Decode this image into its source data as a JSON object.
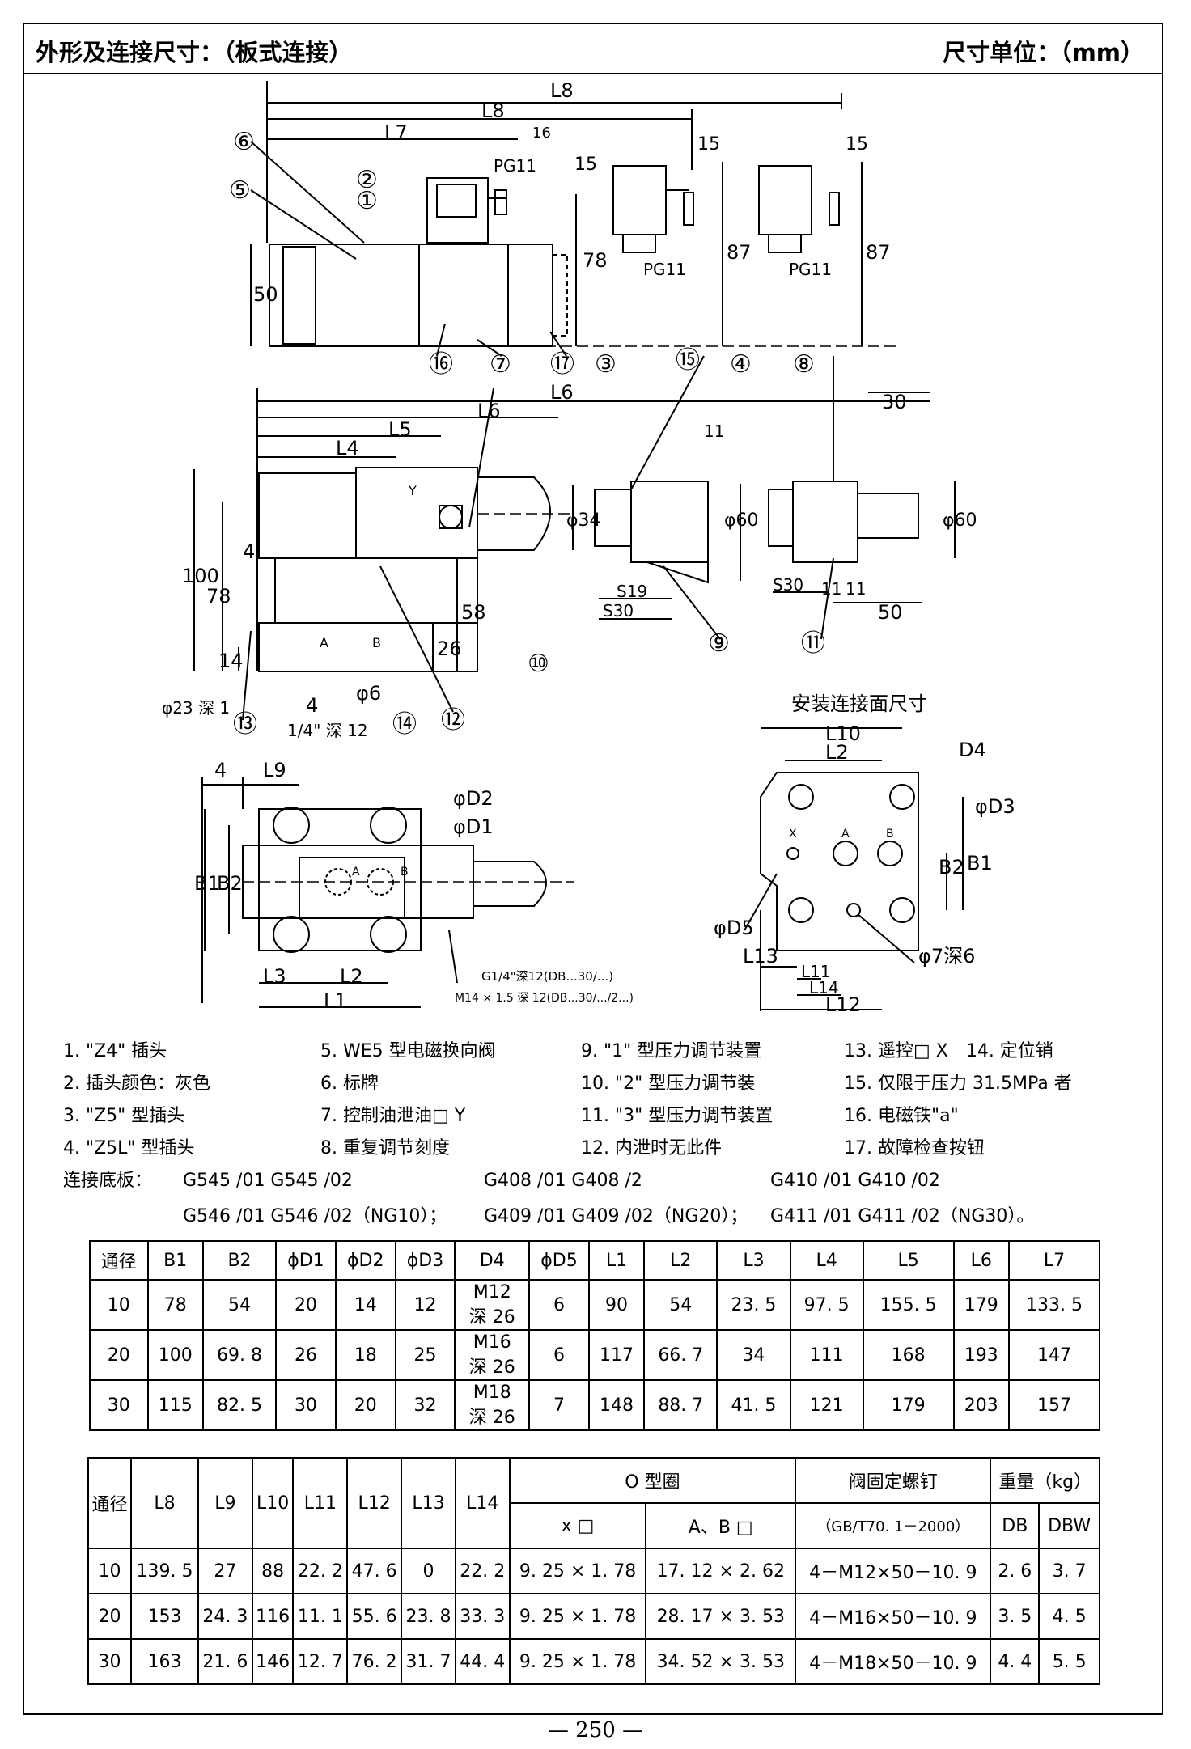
{
  "header": {
    "title": "外形及连接尺寸：（板式连接）",
    "unit": "尺寸单位：（mm）"
  },
  "drawing": {
    "dims_top": [
      "L8",
      "L8",
      "L7",
      "16",
      "15",
      "15",
      "15",
      "78",
      "87",
      "87",
      "50",
      "PG11",
      "PG11",
      "PG11"
    ],
    "dims_mid": [
      "L6",
      "L6",
      "L5",
      "L4",
      "30",
      "11",
      "11",
      "11",
      "50",
      "Y",
      "A",
      "B",
      "φ34",
      "φ60",
      "φ60",
      "100",
      "78",
      "58",
      "26",
      "4",
      "14",
      "4",
      "φ6",
      "S19",
      "S30",
      "S30"
    ],
    "mid_notes": [
      "φ23 深 1",
      "1/4\" 深 12"
    ],
    "dims_bottom": [
      "4",
      "L9",
      "B1",
      "B2",
      "φD2",
      "φD1",
      "L3",
      "L2",
      "L1",
      "A",
      "B"
    ],
    "bottom_notes": [
      "G1/4\"深12(DB...30/...)",
      "M14 × 1.5 深 12(DB...30/.../2...)"
    ],
    "mount_title": "安装连接面尺寸",
    "mount_dims": [
      "L10",
      "L2",
      "D4",
      "φD3",
      "B2",
      "B1",
      "X",
      "A",
      "B",
      "φD5",
      "L13",
      "L11",
      "L14",
      "L12",
      "φ7深6"
    ],
    "callouts": [
      "①",
      "②",
      "③",
      "④",
      "⑤",
      "⑥",
      "⑦",
      "⑧",
      "⑨",
      "⑩",
      "⑪",
      "⑫",
      "⑬",
      "⑭",
      "⑮",
      "⑯",
      "⑰"
    ]
  },
  "legend": [
    [
      "1. \"Z4\" 插头",
      "5. WE5 型电磁换向阀",
      "9. \"1\" 型压力调节装置",
      "13. 遥控□ X　14. 定位销"
    ],
    [
      "2. 插头颜色：灰色",
      "6. 标牌",
      "10. \"2\" 型压力调节装",
      "15. 仅限于压力 31.5MPa 者"
    ],
    [
      "3. \"Z5\" 型插头",
      "7. 控制油泄油□ Y",
      "11. \"3\" 型压力调节装置",
      "16. 电磁铁\"a\""
    ],
    [
      "4. \"Z5L\" 型插头",
      "8. 重复调节刻度",
      "12. 内泄时无此件",
      "17. 故障检查按钮"
    ]
  ],
  "base": {
    "label": "连接底板：",
    "line1": [
      "G545 /01 G545 /02",
      "G408 /01 G408 /2",
      "G410 /01 G410 /02"
    ],
    "line2": [
      "G546 /01 G546 /02（NG10）；",
      "G409 /01 G409 /02（NG20）；",
      "G411 /01 G411 /02（NG30）。"
    ]
  },
  "table1": {
    "headers": [
      "通径",
      "B1",
      "B2",
      "ϕD1",
      "ϕD2",
      "ϕD3",
      "D4",
      "ϕD5",
      "L1",
      "L2",
      "L3",
      "L4",
      "L5",
      "L6",
      "L7"
    ],
    "rows": [
      [
        "10",
        "78",
        "54",
        "20",
        "14",
        "12",
        "M12\n深 26",
        "6",
        "90",
        "54",
        "23. 5",
        "97. 5",
        "155. 5",
        "179",
        "133. 5"
      ],
      [
        "20",
        "100",
        "69. 8",
        "26",
        "18",
        "25",
        "M16\n深 26",
        "6",
        "117",
        "66. 7",
        "34",
        "111",
        "168",
        "193",
        "147"
      ],
      [
        "30",
        "115",
        "82. 5",
        "30",
        "20",
        "32",
        "M18\n深 26",
        "7",
        "148",
        "88. 7",
        "41. 5",
        "121",
        "179",
        "203",
        "157"
      ]
    ]
  },
  "table2": {
    "h_main": [
      "通径",
      "L8",
      "L9",
      "L10",
      "L11",
      "L12",
      "L13",
      "L14"
    ],
    "h_oring": "O 型圈",
    "h_oring_sub": [
      "x □",
      "A、B □"
    ],
    "h_screw": "阀固定螺钉",
    "h_screw_sub": "（GB/T70. 1－2000）",
    "h_weight": "重量（kg）",
    "h_weight_sub": [
      "DB",
      "DBW"
    ],
    "rows": [
      [
        "10",
        "139. 5",
        "27",
        "88",
        "22. 2",
        "47. 6",
        "0",
        "22. 2",
        "9. 25 × 1. 78",
        "17. 12 × 2. 62",
        "4－M12×50－10. 9",
        "2. 6",
        "3. 7"
      ],
      [
        "20",
        "153",
        "24. 3",
        "116",
        "11. 1",
        "55. 6",
        "23. 8",
        "33. 3",
        "9. 25 × 1. 78",
        "28. 17 × 3. 53",
        "4－M16×50－10. 9",
        "3. 5",
        "4. 5"
      ],
      [
        "30",
        "163",
        "21. 6",
        "146",
        "12. 7",
        "76. 2",
        "31. 7",
        "44. 4",
        "9. 25 × 1. 78",
        "34. 52 × 3. 53",
        "4－M18×50－10. 9",
        "4. 4",
        "5. 5"
      ]
    ]
  },
  "page": {
    "number": "— 250 —"
  }
}
